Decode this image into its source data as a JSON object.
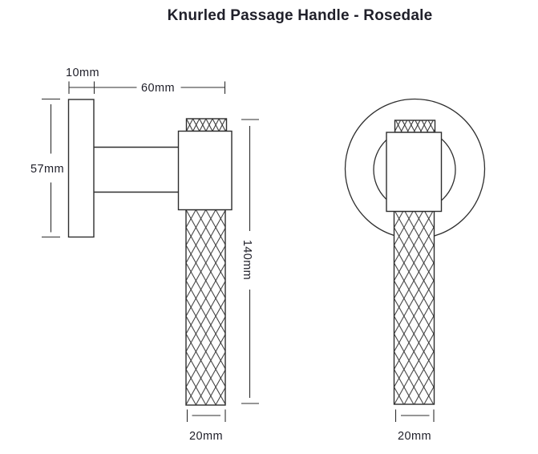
{
  "title": "Knurled Passage Handle - Rosedale",
  "colors": {
    "background": "#ffffff",
    "line": "#2e2e2e",
    "text": "#20202a"
  },
  "side_view": {
    "dimensions": {
      "rose_thickness": "10mm",
      "projection": "60mm",
      "rose_diameter": "57mm",
      "lever_length": "140mm",
      "lever_diameter": "20mm"
    }
  },
  "front_view": {
    "dimensions": {
      "lever_diameter": "20mm"
    }
  }
}
